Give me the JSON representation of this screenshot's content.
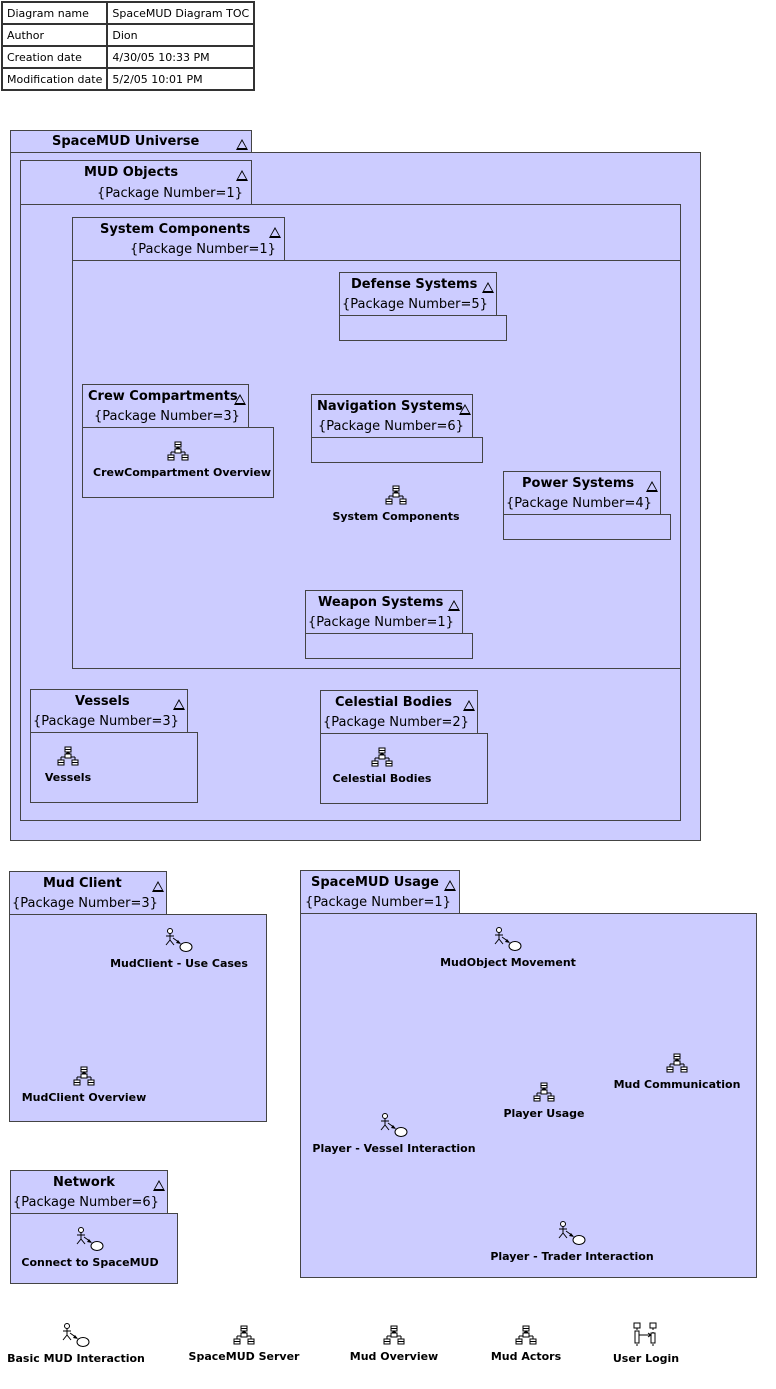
{
  "info": {
    "diagram_name_label": "Diagram name",
    "diagram_name": "SpaceMUD Diagram TOC",
    "author_label": "Author",
    "author": "Dion",
    "creation_label": "Creation date",
    "creation": "4/30/05 10:33 PM",
    "modification_label": "Modification date",
    "modification": "5/2/05 10:01 PM"
  },
  "packages": {
    "universe": {
      "name": "SpaceMUD Universe"
    },
    "mud_objects": {
      "name": "MUD Objects",
      "number": "{Package Number=1}"
    },
    "system_components": {
      "name": "System Components",
      "number": "{Package Number=1}"
    },
    "defense": {
      "name": "Defense Systems",
      "number": "{Package Number=5}"
    },
    "crew": {
      "name": "Crew Compartments",
      "number": "{Package Number=3}"
    },
    "navigation": {
      "name": "Navigation Systems",
      "number": "{Package Number=6}"
    },
    "power": {
      "name": "Power Systems",
      "number": "{Package Number=4}"
    },
    "weapon": {
      "name": "Weapon Systems",
      "number": "{Package Number=1}"
    },
    "vessels": {
      "name": "Vessels",
      "number": "{Package Number=3}"
    },
    "celestial": {
      "name": "Celestial Bodies",
      "number": "{Package Number=2}"
    },
    "mud_client": {
      "name": "Mud Client",
      "number": "{Package Number=3}"
    },
    "usage": {
      "name": "SpaceMUD Usage",
      "number": "{Package Number=1}"
    },
    "network": {
      "name": "Network",
      "number": "{Package Number=6}"
    }
  },
  "links": {
    "crew_overview": "CrewCompartment Overview",
    "system_components": "System Components",
    "vessels": "Vessels",
    "celestial": "Celestial Bodies",
    "mudclient_use_cases": "MudClient - Use Cases",
    "mudclient_overview": "MudClient Overview",
    "connect": "Connect to SpaceMUD",
    "mudobject_movement": "MudObject Movement",
    "mud_communication": "Mud Communication",
    "player_usage": "Player Usage",
    "player_vessel": "Player - Vessel Interaction",
    "player_trader": "Player - Trader Interaction",
    "basic_mud": "Basic MUD Interaction",
    "spacemud_server": "SpaceMUD Server",
    "mud_overview": "Mud Overview",
    "mud_actors": "Mud Actors",
    "user_login": "User Login"
  },
  "icons": {
    "class_diagram": "class-diagram-icon",
    "use_case_diagram": "use-case-diagram-icon",
    "sequence_diagram": "sequence-diagram-icon"
  },
  "colors": {
    "package_fill": "#ccccff",
    "border": "#444444"
  }
}
